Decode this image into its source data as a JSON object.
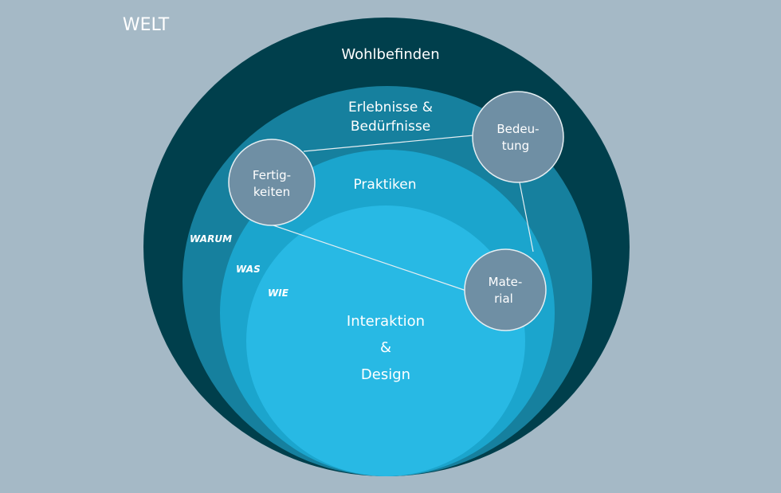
{
  "title": "WELT",
  "rings": {
    "outer": "Wohlbefinden",
    "second_line1": "Erlebnisse &",
    "second_line2": "Bedürfnisse",
    "third": "Praktiken",
    "inner_line1": "Interaktion",
    "inner_line2": "&",
    "inner_line3": "Design"
  },
  "levels": {
    "warum": "WARUM",
    "was": "WAS",
    "wie": "WIE"
  },
  "nodes": {
    "fertigkeiten": [
      "Fertig-",
      "keiten"
    ],
    "bedeutung": [
      "Bedeu-",
      "tung"
    ],
    "material": [
      "Mate-",
      "rial"
    ]
  },
  "colors": {
    "background": "#a5b9c6",
    "outer": "#003f4c",
    "second": "#16809e",
    "third": "#1ba5cd",
    "inner": "#28b9e4",
    "node": "#6f8fa4"
  }
}
